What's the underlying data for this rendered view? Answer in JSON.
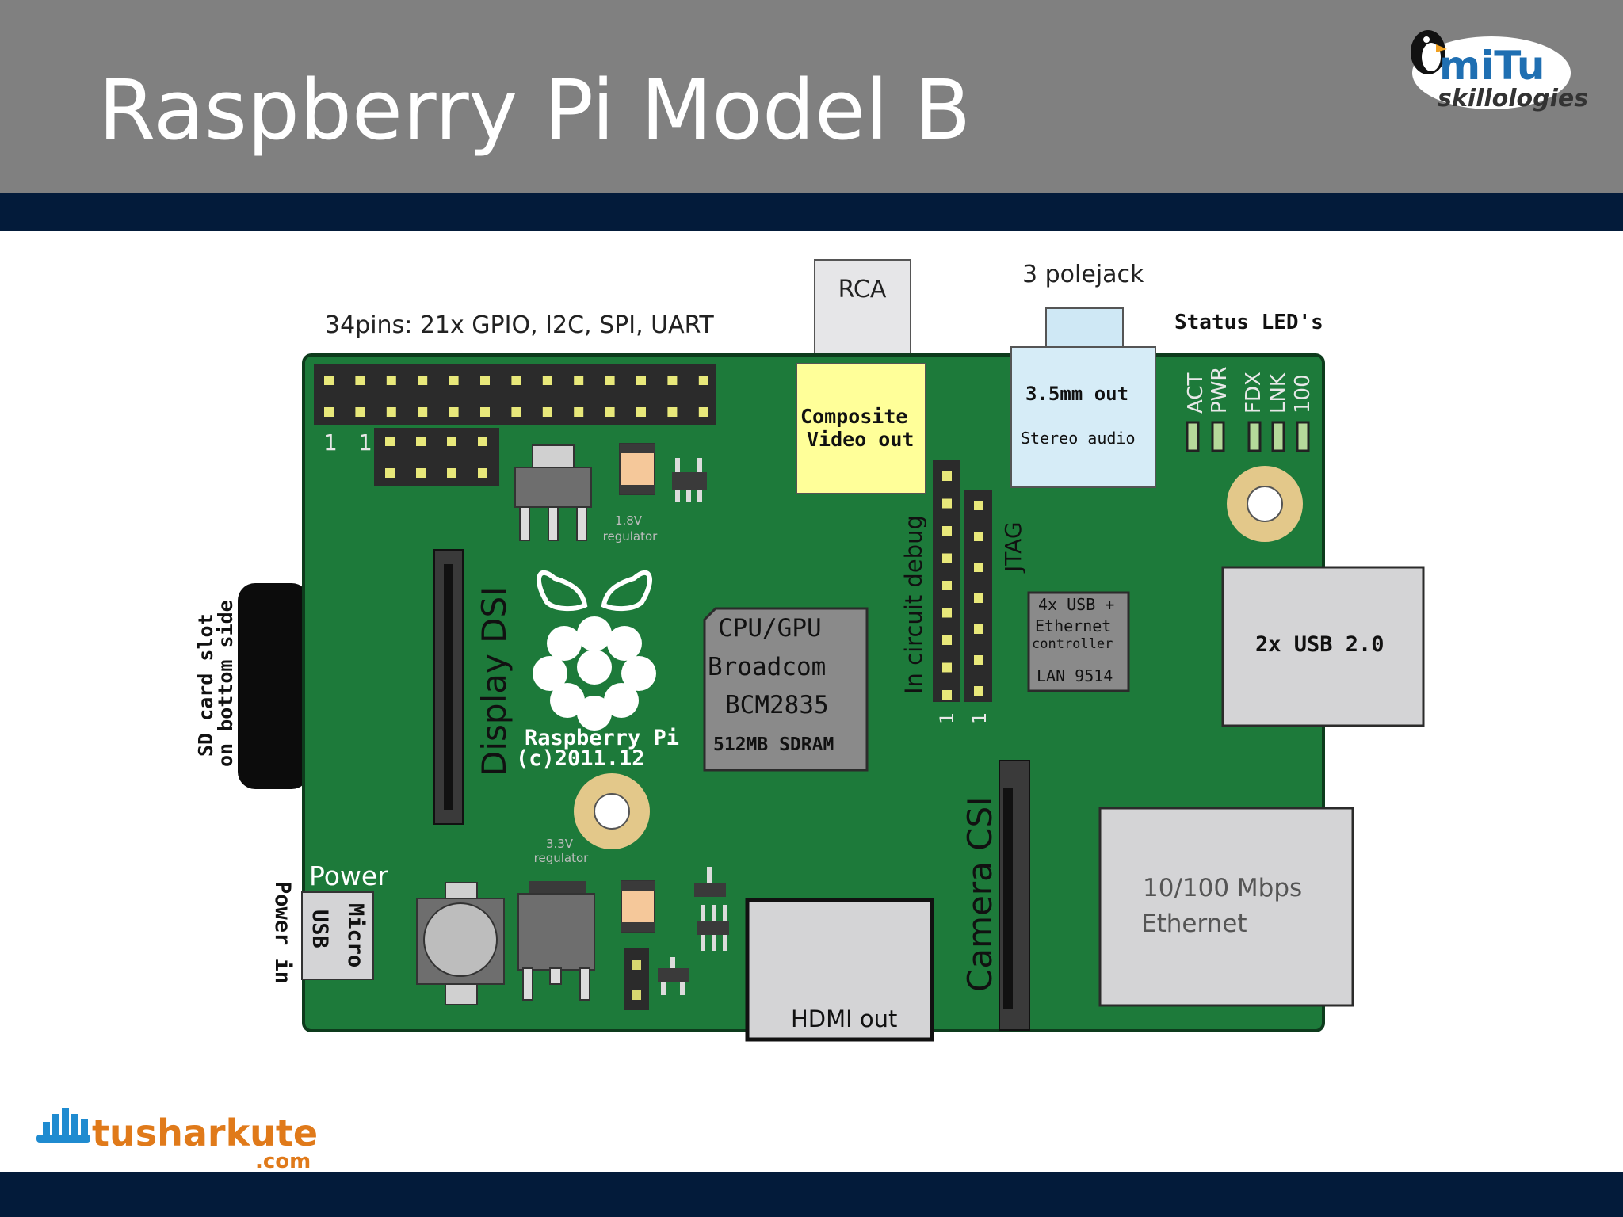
{
  "slide": {
    "title": "Raspberry Pi Model B"
  },
  "logos": {
    "top_right": {
      "main": "miTu",
      "sub": "skillologies"
    },
    "bottom_left": {
      "main": "tusharkute",
      "sub": ".com"
    }
  },
  "labels": {
    "pins": "34pins: 21x GPIO, I2C, SPI, UART",
    "pin1_a": "1",
    "pin1_b": "1",
    "rca": "RCA",
    "composite_line1": "Composite",
    "composite_line2": "Video out",
    "polejack": "3 polejack",
    "audio_out": "3.5mm out",
    "stereo": "Stereo audio",
    "status_leds": "Status LED's",
    "led_act": "ACT",
    "led_pwr": "PWR",
    "led_fdx": "FDX",
    "led_lnk": "LNK",
    "led_100": "100",
    "reg18_line1": "1.8V",
    "reg18_line2": "regulator",
    "reg33_line1": "3.3V",
    "reg33_line2": "regulator",
    "display_dsi": "Display DSI",
    "rpi_line1": "Raspberry Pi",
    "rpi_line2": "(c)2011.12",
    "cpu_line1": "CPU/GPU",
    "cpu_line2": "Broadcom",
    "cpu_line3": "BCM2835",
    "cpu_line4": "512MB SDRAM",
    "in_circuit": "In circuit debug",
    "jtag": "JTAG",
    "debug_pin1": "1",
    "jtag_pin1": "1",
    "lan_line1": "4x USB +",
    "lan_line2": "Ethernet",
    "lan_line3": "controller",
    "lan_line4": "LAN 9514",
    "usb": "2x USB 2.0",
    "ethernet_line1": "10/100 Mbps",
    "ethernet_line2": "Ethernet",
    "sd_line1": "SD card slot",
    "sd_line2": "on bottom side",
    "camera_csi": "Camera CSI",
    "hdmi": "HDMI out",
    "power_label": "Power",
    "micro_line1": "Micro",
    "micro_line2": "USB",
    "power_in": "Power in"
  },
  "colors": {
    "header": "#808080",
    "navy": "#031b3a",
    "board": "#1d7a3a",
    "composite": "#ffff99",
    "audio": "#d6ecf7",
    "connector_gray": "#d4d4d6",
    "chip_gray": "#8a8a8a"
  }
}
